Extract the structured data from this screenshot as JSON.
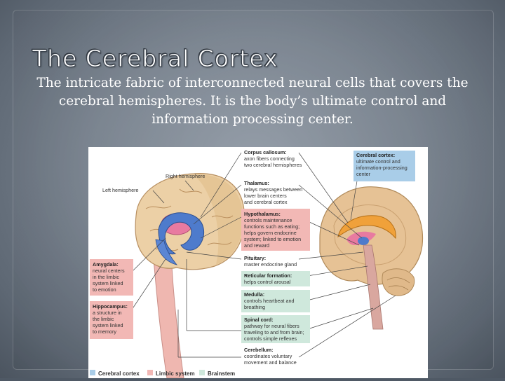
{
  "slide": {
    "title": "The Cerebral Cortex",
    "subtitle_lines": [
      "The intricate fabric of interconnected neural cells that covers the",
      "cerebral hemispheres. It is the body’s ultimate control and",
      "information processing center."
    ]
  },
  "figure": {
    "left_labels": {
      "left_hemisphere": "Left hemisphere",
      "right_hemisphere": "Right hemisphere"
    },
    "amygdala": {
      "title": "Amygdala:",
      "lines": [
        "neural centers",
        "in the limbic",
        "system linked",
        "to emotion"
      ]
    },
    "hippocampus": {
      "title": "Hippocampus:",
      "lines": [
        "a structure in",
        "the limbic",
        "system linked",
        "to memory"
      ]
    },
    "center_labels": [
      {
        "title": "Corpus callosum:",
        "lines": [
          "axon fibers connecting",
          "two cerebral hemispheres"
        ]
      },
      {
        "title": "Thalamus:",
        "lines": [
          "relays messages between",
          "lower brain centers",
          "and cerebral cortex"
        ]
      },
      {
        "title": "Hypothalamus:",
        "lines": [
          "controls maintenance",
          "functions such as eating;",
          "helps govern endocrine",
          "system; linked to emotion",
          "and reward"
        ]
      },
      {
        "title": "Pituitary:",
        "lines": [
          "master endocrine gland"
        ]
      },
      {
        "title": "Reticular formation:",
        "lines": [
          "helps control arousal"
        ]
      },
      {
        "title": "Medulla:",
        "lines": [
          "controls heartbeat and",
          "breathing"
        ]
      },
      {
        "title": "Spinal cord:",
        "lines": [
          "pathway for neural fibers",
          "traveling to and from brain;",
          "controls simple reflexes"
        ]
      },
      {
        "title": "Cerebellum:",
        "lines": [
          "coordinates voluntary",
          "movement and balance"
        ]
      }
    ],
    "cortex_box": {
      "title": "Cerebral cortex:",
      "lines": [
        "ultimate control and",
        "information-processing",
        "center"
      ]
    },
    "legend": [
      "Cerebral cortex",
      "Limbic system",
      "Brainstem"
    ],
    "colors": {
      "cortex": "#a9cde8",
      "limbic": "#f2b8b5",
      "brainstem": "#cfe8dc",
      "brain_tan": "#e8c9a0",
      "limbic_blue": "#4d78c9",
      "limbic_pink": "#ea7aa0"
    }
  }
}
